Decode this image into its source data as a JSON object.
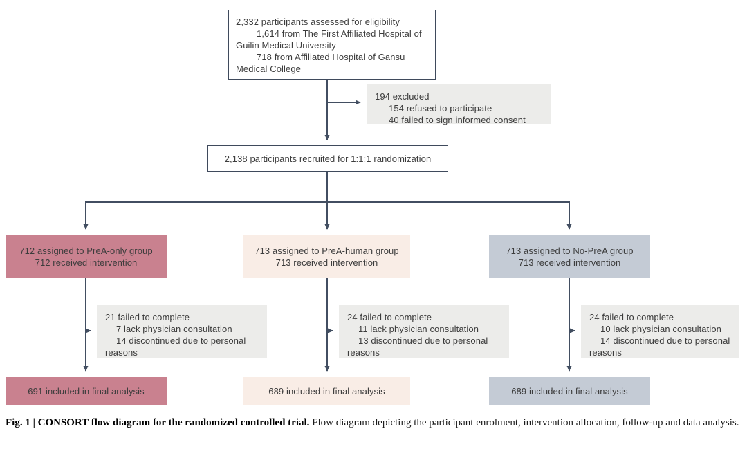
{
  "figure": {
    "eligibility_box": {
      "line1": "2,332 participants assessed for eligibility",
      "line2": "1,614 from The First Affiliated Hospital of Guilin Medical University",
      "line3": "718 from Affiliated Hospital of Gansu Medical College"
    },
    "excluded_box": {
      "line1": "194 excluded",
      "line2": "154 refused to participate",
      "line3": "40 failed to sign informed consent"
    },
    "randomization_box": {
      "text": "2,138 participants recruited for 1:1:1 randomization"
    },
    "groups": [
      {
        "name": "PreA-only",
        "assigned_line1": "712 assigned to PreA-only group",
        "assigned_line2": "712 received intervention",
        "dropout_line1": "21 failed to complete",
        "dropout_line2": "7 lack physician consultation",
        "dropout_line3": "14 discontinued due to personal reasons",
        "final_text": "691 included in final analysis",
        "box_color": "#c9818f"
      },
      {
        "name": "PreA-human",
        "assigned_line1": "713 assigned to PreA-human group",
        "assigned_line2": "713 received intervention",
        "dropout_line1": "24 failed to complete",
        "dropout_line2": "11 lack physician consultation",
        "dropout_line3": "13 discontinued due to personal reasons",
        "final_text": "689 included in final analysis",
        "box_color": "#f9ede6"
      },
      {
        "name": "No-PreA",
        "assigned_line1": "713 assigned to No-PreA group",
        "assigned_line2": "713 received intervention",
        "dropout_line1": "24 failed to complete",
        "dropout_line2": "10 lack physician consultation",
        "dropout_line3": "14 discontinued due to personal reasons",
        "final_text": "689 included in final analysis",
        "box_color": "#c4cbd5"
      }
    ]
  },
  "caption": {
    "bold_text": "Fig. 1 | CONSORT flow diagram for the randomized controlled trial.",
    "regular_text": "Flow diagram depicting the participant enrolment, intervention allocation, follow-up and data analysis."
  },
  "colors": {
    "connector": "#424e61",
    "outlined_box_border": "#3f4a5c",
    "neutral_box_bg": "#ececea",
    "prea_only_bg": "#c9818f",
    "prea_human_bg": "#f9ede6",
    "no_prea_bg": "#c4cbd5",
    "text": "#3c3c3c"
  }
}
